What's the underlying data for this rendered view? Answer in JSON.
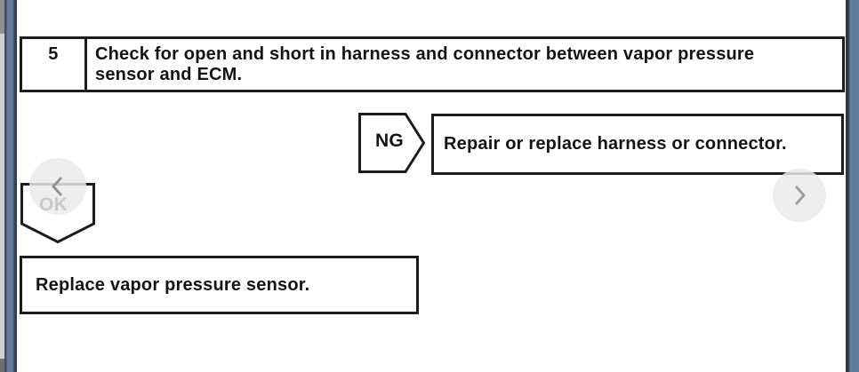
{
  "flowchart": {
    "step": {
      "number": "5",
      "line1": "Check for open and short in harness and connector between vapor pressure",
      "line2": "sensor and ECM.",
      "full_text": "Check for open and short in harness and connector between vapor pressure sensor and ECM."
    },
    "ng_branch": {
      "label": "NG",
      "action": "Repair or replace harness or connector."
    },
    "ok_branch": {
      "label": "OK",
      "action": "Replace vapor pressure sensor."
    }
  },
  "viewer": {
    "prev_button_icon": "chevron-left",
    "next_button_icon": "chevron-right"
  },
  "colors": {
    "frame_blue": "#5f7c9a",
    "frame_edge_dark": "#2b3644",
    "gutter_gray": "#cfcfcf",
    "ink_black": "#1c1c1c",
    "nav_circle": "#e9e9e9",
    "nav_chevron": "#8e8e8e"
  }
}
